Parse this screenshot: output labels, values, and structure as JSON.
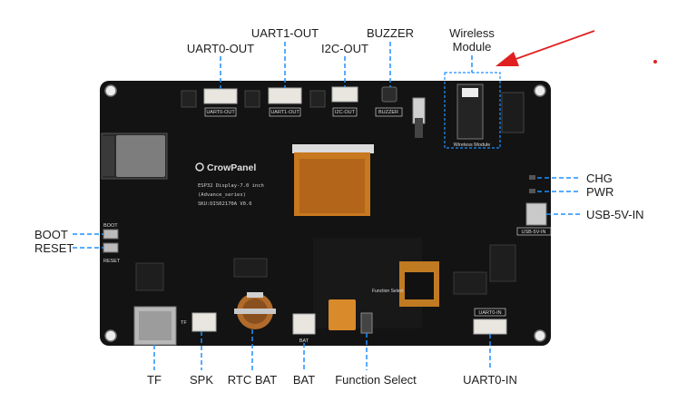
{
  "board": {
    "brand": "CrowPanel",
    "model_lines": [
      "ESP32 Display-7.0 inch",
      "(Advance_series)",
      "SKU:DIS02170A    V0.6"
    ],
    "accent_color": "#1e90ff",
    "arrow_color": "#e02020"
  },
  "callouts": {
    "uart0_out": "UART0-OUT",
    "uart1_out": "UART1-OUT",
    "i2c_out": "I2C-OUT",
    "buzzer": "BUZZER",
    "wireless_module": [
      "Wireless",
      "Module"
    ],
    "chg": "CHG",
    "pwr": "PWR",
    "usb_5v_in": "USB-5V-IN",
    "boot": "BOOT",
    "reset": "RESET",
    "tf": "TF",
    "spk": "SPK",
    "rtc_bat": "RTC BAT",
    "bat": "BAT",
    "function_select": "Function Select",
    "uart0_in": "UART0-IN"
  },
  "silkscreen": {
    "uart0_out": "UART0-OUT",
    "uart1_out": "UART1-OUT",
    "i2c_out": "I2C-OUT",
    "buzzer": "BUZZER",
    "wireless_module": "Wireless Module",
    "usb_5v_in": "USB-5V-IN",
    "boot": "BOOT",
    "reset": "RESET",
    "tf": "TF",
    "bat": "BAT",
    "function_select": "Function Select",
    "uart0_in": "UART0-IN"
  }
}
